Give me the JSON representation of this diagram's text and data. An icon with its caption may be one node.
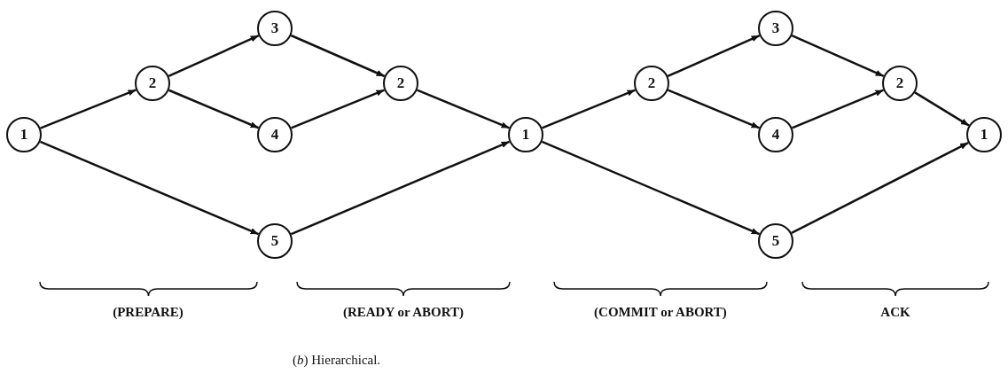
{
  "diagram": {
    "caption": "(*b*) Hierarchical.",
    "nodes": [
      {
        "text": [
          "1"
        ]
      },
      {
        "text": [
          "2"
        ]
      },
      {
        "text": [
          "3"
        ]
      },
      {
        "text": [
          "4"
        ]
      },
      {
        "text": [
          "5"
        ]
      },
      {
        "text": [
          "2"
        ]
      },
      {
        "text": [
          "1"
        ]
      },
      {
        "text": [
          "2"
        ]
      },
      {
        "text": [
          "3"
        ]
      },
      {
        "text": [
          "4"
        ]
      },
      {
        "text": [
          "5"
        ]
      },
      {
        "text": [
          "2"
        ]
      },
      {
        "text": [
          "1"
        ]
      }
    ],
    "edges": [
      {
        "from": 0,
        "to": 1,
        "arrow": "to"
      },
      {
        "from": 1,
        "to": 2,
        "arrow": "to"
      },
      {
        "from": 1,
        "to": 3,
        "arrow": "to"
      },
      {
        "from": 0,
        "to": 4,
        "arrow": "to"
      },
      {
        "from": 2,
        "to": 5,
        "arrow": "to"
      },
      {
        "from": 3,
        "to": 5,
        "arrow": "to"
      },
      {
        "from": 5,
        "to": 6,
        "arrow": "to"
      },
      {
        "from": 4,
        "to": 6,
        "arrow": "to"
      },
      {
        "from": 6,
        "to": 7,
        "arrow": "to"
      },
      {
        "from": 7,
        "to": 8,
        "arrow": "to"
      },
      {
        "from": 7,
        "to": 9,
        "arrow": "to"
      },
      {
        "from": 6,
        "to": 10,
        "arrow": "to"
      },
      {
        "from": 8,
        "to": 11,
        "arrow": "to"
      },
      {
        "from": 9,
        "to": 11,
        "arrow": "to"
      },
      {
        "from": 11,
        "to": 12,
        "arrow": "to"
      },
      {
        "from": 10,
        "to": 12,
        "arrow": "to"
      }
    ],
    "labels": [
      "(PREPARE)",
      "(READY or ABORT)",
      "(COMMIT or ABORT)",
      "ACK"
    ]
  }
}
